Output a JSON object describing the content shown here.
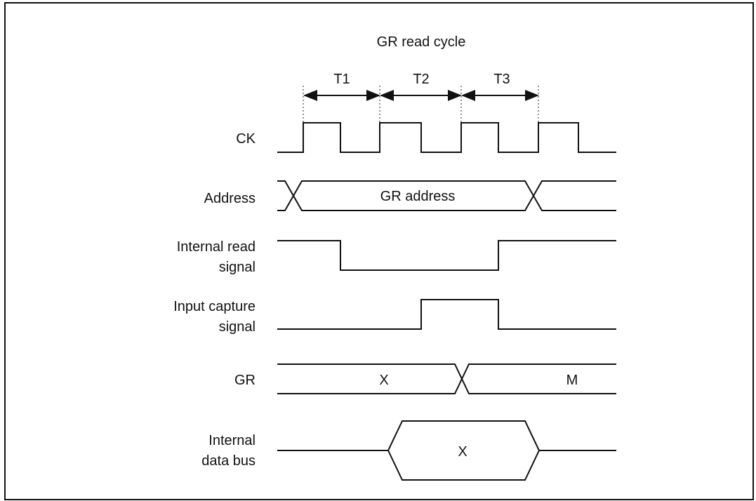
{
  "title": "GR read cycle",
  "periods": [
    "T1",
    "T2",
    "T3"
  ],
  "signals": {
    "ck": "CK",
    "address": "Address",
    "address_value": "GR address",
    "read_line1": "Internal read",
    "read_line2": "signal",
    "capture_line1": "Input capture",
    "capture_line2": "signal",
    "gr": "GR",
    "gr_old": "X",
    "gr_new": "M",
    "bus_line1": "Internal",
    "bus_line2": "data bus",
    "bus_value": "X"
  }
}
